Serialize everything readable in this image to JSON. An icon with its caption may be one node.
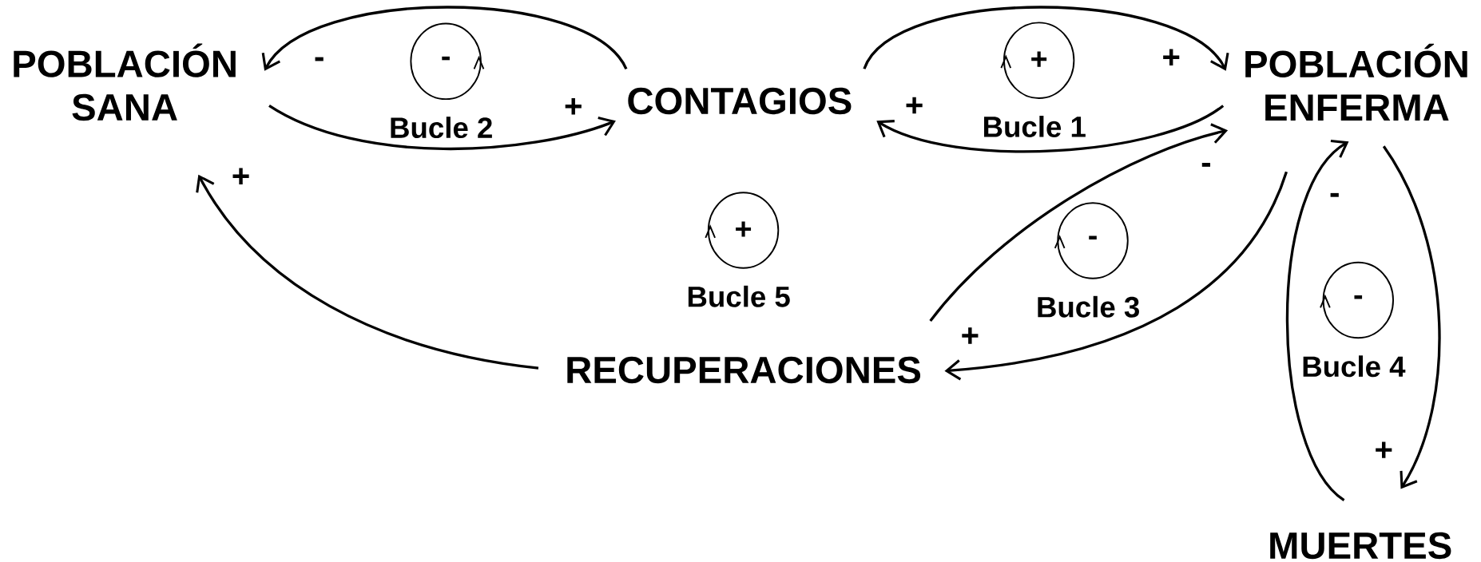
{
  "diagram": {
    "nodes": [
      {
        "text": [
          "POBLACIÓN SANA"
        ]
      },
      {
        "text": [
          "CONTAGIOS"
        ]
      },
      {
        "text": [
          "POBLACIÓN ENFERMA"
        ]
      },
      {
        "text": [
          "RECUPERACIONES"
        ]
      },
      {
        "text": [
          "MUERTES"
        ]
      },
      {
        "text": [
          "-"
        ],
        "beside": [
          "Bucle 2"
        ]
      },
      {
        "text": [
          "+"
        ],
        "beside": [
          "Bucle 1"
        ]
      },
      {
        "text": [
          "+"
        ],
        "beside": [
          "Bucle 5"
        ]
      },
      {
        "text": [
          "-"
        ],
        "beside": [
          "Bucle 3"
        ]
      },
      {
        "text": [
          "-"
        ],
        "beside": [
          "Bucle 4"
        ]
      }
    ],
    "edges": [
      {
        "from": 1,
        "to": 0,
        "arrow": "to",
        "label": "-"
      },
      {
        "from": 0,
        "to": 1,
        "arrow": "to",
        "label": "+"
      },
      {
        "from": 1,
        "to": 2,
        "arrow": "to",
        "label": "+"
      },
      {
        "from": 2,
        "to": 1,
        "arrow": "to",
        "label": "+"
      },
      {
        "from": 3,
        "to": 2,
        "arrow": "to",
        "label": "-"
      },
      {
        "from": 2,
        "to": 3,
        "arrow": "to",
        "label": "+"
      },
      {
        "from": 3,
        "to": 0,
        "arrow": "to",
        "label": "+"
      },
      {
        "from": 2,
        "to": 4,
        "arrow": "to",
        "label": "+"
      },
      {
        "from": 4,
        "to": 2,
        "arrow": "to",
        "label": "-"
      }
    ]
  }
}
